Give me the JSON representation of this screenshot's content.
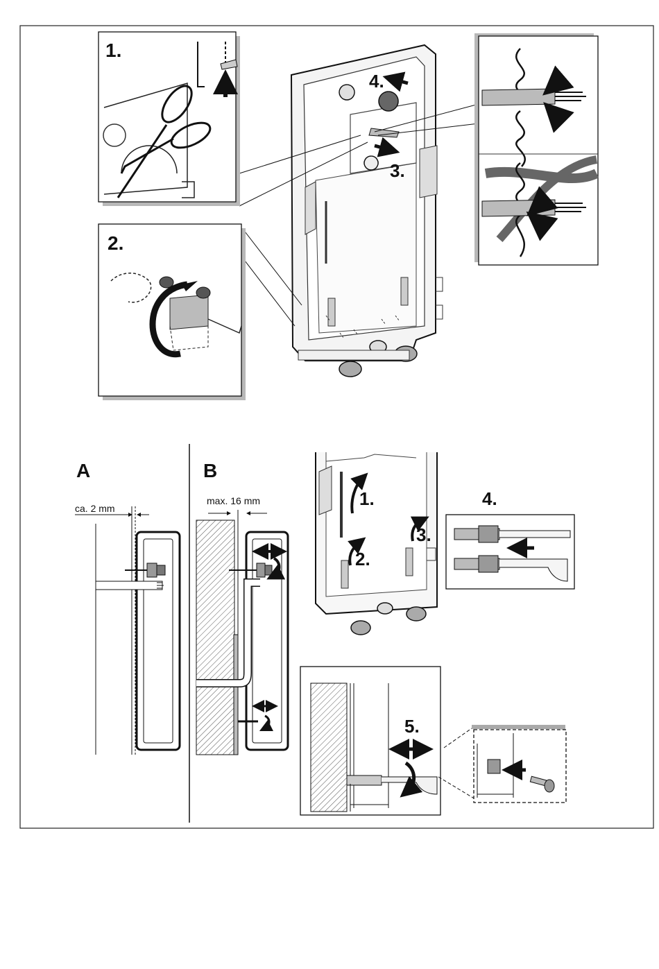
{
  "top_steps": {
    "step1": "1.",
    "step2": "2.",
    "step3": "3.",
    "step4": "4."
  },
  "section_a": {
    "label": "A",
    "dimension": "ca. 2 mm"
  },
  "section_b": {
    "label": "B",
    "dimension": "max. 16 mm"
  },
  "bottom_steps": {
    "step1": "1.",
    "step2": "2.",
    "step3": "3.",
    "step4": "4.",
    "step5": "5."
  }
}
